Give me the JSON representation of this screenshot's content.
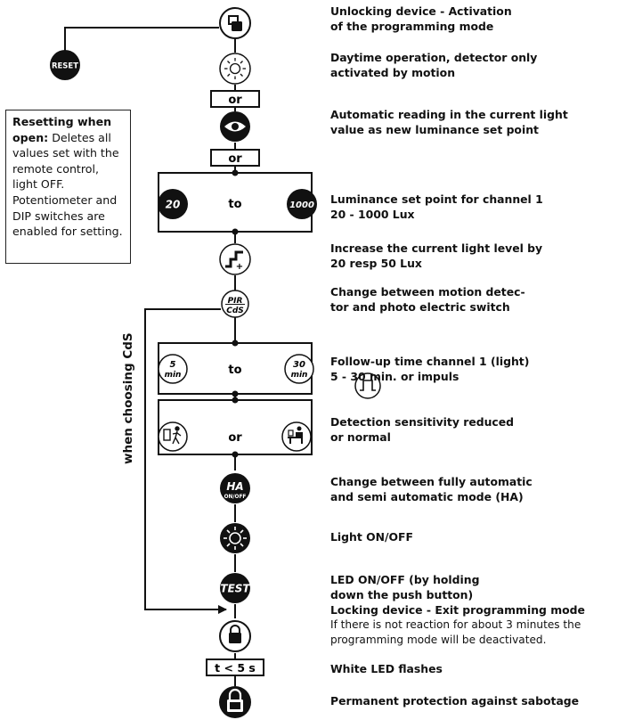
{
  "reset_button": {
    "label": "RESET"
  },
  "reset_note": {
    "title": "Resetting when open:",
    "body": " Deletes all values set with the remote control, light OFF. Potentiometer and DIP switches are enabled for setting."
  },
  "side_label": "when choosing CdS",
  "connectors": {
    "or_1": "or",
    "or_2": "or",
    "to_lux": "to",
    "to_time": "to",
    "or_sensitivity": "or"
  },
  "buttons": {
    "lux_low": "20",
    "lux_high": "1000",
    "pir_top": "PIR",
    "pir_bottom": "CdS",
    "time_low_num": "5",
    "time_low_unit": "min",
    "time_high_num": "30",
    "time_high_unit": "min",
    "ha_top": "HA",
    "ha_bottom": "ON/OFF",
    "test": "TEST",
    "step_plus": "+"
  },
  "timer_box": "t < 5 s",
  "descriptions": {
    "unlock": [
      "Unlocking device - Activation",
      "of the programming mode"
    ],
    "daytime": [
      "Daytime operation, detector only",
      "activated by motion"
    ],
    "auto_reading": [
      "Automatic reading in the current light",
      "value as new luminance set point"
    ],
    "lux_setpoint": [
      "Luminance set point for channel 1",
      "20 - 1000 Lux"
    ],
    "increase": [
      "Increase the current light level by",
      "20 resp 50 Lux"
    ],
    "change_motion": [
      "Change between motion detec-",
      "tor and photo electric switch"
    ],
    "followup": [
      "Follow-up time channel 1 (light)",
      "5 - 30 min. or impuls"
    ],
    "sensitivity": [
      "Detection sensitivity reduced",
      "or normal"
    ],
    "ha_mode": [
      "Change between fully automatic",
      "and semi automatic mode (HA)"
    ],
    "light": [
      "Light ON/OFF"
    ],
    "led": [
      "LED ON/OFF (by holding",
      "down the push button)",
      "Locking device - Exit programming mode"
    ],
    "no_reaction": [
      "If there is not reaction for about 3 minutes the",
      "programming mode will be deactivated."
    ],
    "white_led": [
      "White LED flashes"
    ],
    "sabotage": [
      "Permanent protection against sabotage"
    ]
  },
  "icons": [
    "unlock-icon",
    "sun-icon",
    "eye-icon",
    "stair-plus-icon",
    "impulse-icon",
    "door-walker-icon",
    "desk-person-icon",
    "bulb-icon",
    "lock-icon",
    "lock-open-icon"
  ]
}
